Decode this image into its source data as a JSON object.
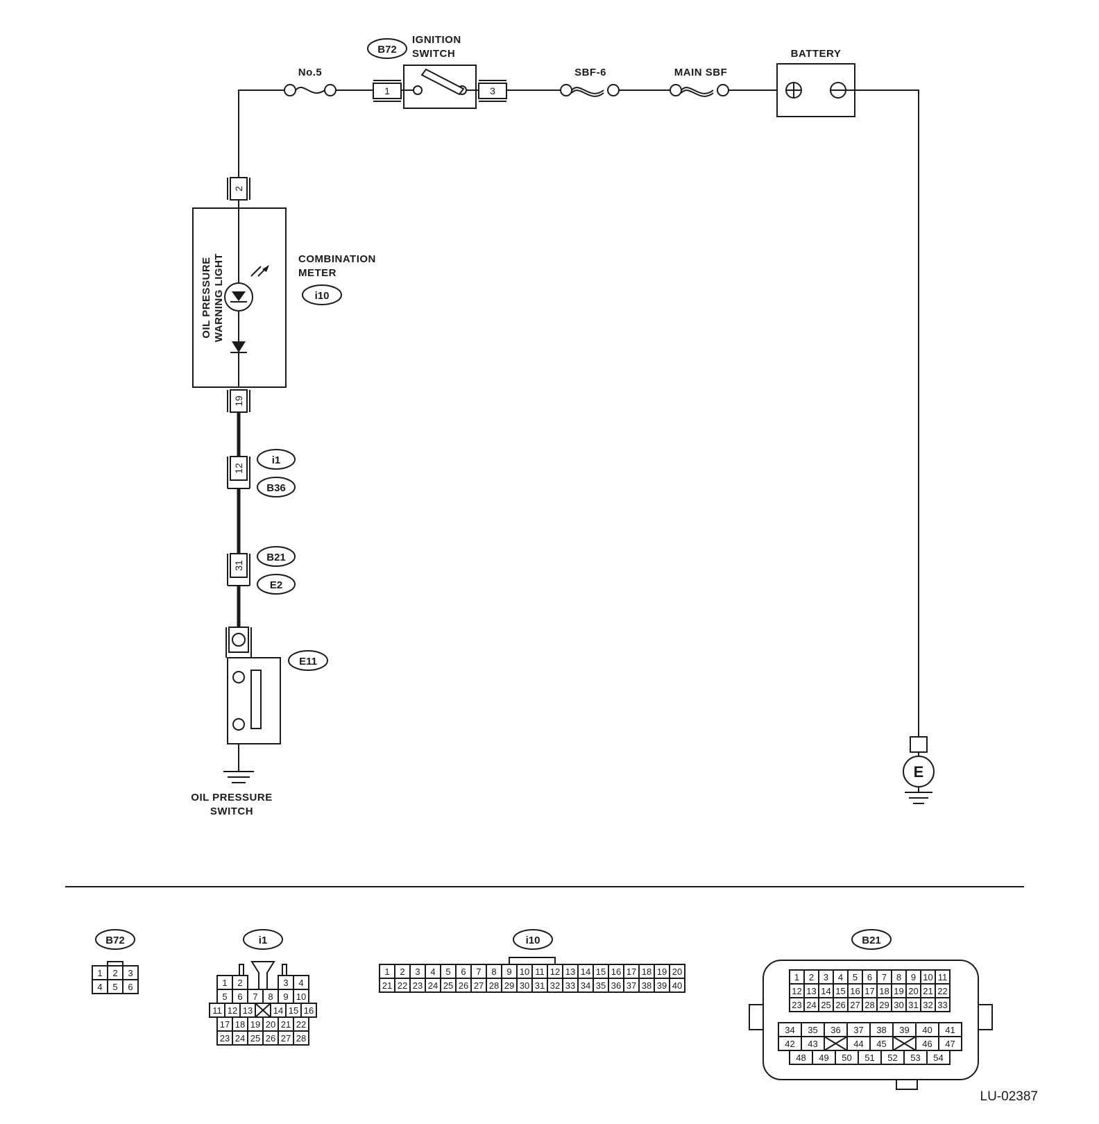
{
  "labels": {
    "ignition_switch_1": "IGNITION",
    "ignition_switch_2": "SWITCH",
    "battery": "BATTERY",
    "fuse_no5": "No.5",
    "sbf6": "SBF-6",
    "main_sbf": "MAIN SBF",
    "combination_meter_1": "COMBINATION",
    "combination_meter_2": "METER",
    "warning_light_1": "OIL PRESSURE",
    "warning_light_2": "WARNING LIGHT",
    "oil_switch_1": "OIL PRESSURE",
    "oil_switch_2": "SWITCH",
    "ground_e": "E",
    "figure_ref": "LU-02387"
  },
  "connector_tags": {
    "b72": "B72",
    "i10": "i10",
    "i1": "i1",
    "b36": "B36",
    "b21": "B21",
    "e2": "E2",
    "e11": "E11"
  },
  "pins": {
    "ign_in": "1",
    "ign_out": "3",
    "meter_top": "2",
    "meter_bottom": "19",
    "i1_pin": "12",
    "b21_pin": "31"
  },
  "views": {
    "b72": {
      "tag": "B72",
      "rows": [
        [
          "1",
          "2",
          "3"
        ],
        [
          "4",
          "5",
          "6"
        ]
      ]
    },
    "i1": {
      "tag": "i1",
      "row1": [
        "1",
        "2",
        "3",
        "4"
      ],
      "row2": [
        "5",
        "6",
        "7",
        "8",
        "9",
        "10"
      ],
      "row3": [
        "11",
        "12",
        "13",
        "",
        "14",
        "15",
        "16"
      ],
      "row4": [
        "17",
        "18",
        "19",
        "20",
        "21",
        "22"
      ],
      "row5": [
        "23",
        "24",
        "25",
        "26",
        "27",
        "28"
      ]
    },
    "i10": {
      "tag": "i10",
      "row1": [
        "1",
        "2",
        "3",
        "4",
        "5",
        "6",
        "7",
        "8",
        "9",
        "10",
        "11",
        "12",
        "13",
        "14",
        "15",
        "16",
        "17",
        "18",
        "19",
        "20"
      ],
      "row2": [
        "21",
        "22",
        "23",
        "24",
        "25",
        "26",
        "27",
        "28",
        "29",
        "30",
        "31",
        "32",
        "33",
        "34",
        "35",
        "36",
        "37",
        "38",
        "39",
        "40"
      ]
    },
    "b21": {
      "tag": "B21",
      "row1": [
        "1",
        "2",
        "3",
        "4",
        "5",
        "6",
        "7",
        "8",
        "9",
        "10",
        "11"
      ],
      "row2": [
        "12",
        "13",
        "14",
        "15",
        "16",
        "17",
        "18",
        "19",
        "20",
        "21",
        "22"
      ],
      "row3": [
        "23",
        "24",
        "25",
        "26",
        "27",
        "28",
        "29",
        "30",
        "31",
        "32",
        "33"
      ],
      "row4": [
        "34",
        "35",
        "36",
        "37",
        "38",
        "39",
        "40",
        "41"
      ],
      "row5": [
        "42",
        "43",
        "",
        "44",
        "45",
        "",
        "46",
        "47"
      ],
      "row6": [
        "48",
        "49",
        "50",
        "51",
        "52",
        "53",
        "54"
      ]
    }
  }
}
